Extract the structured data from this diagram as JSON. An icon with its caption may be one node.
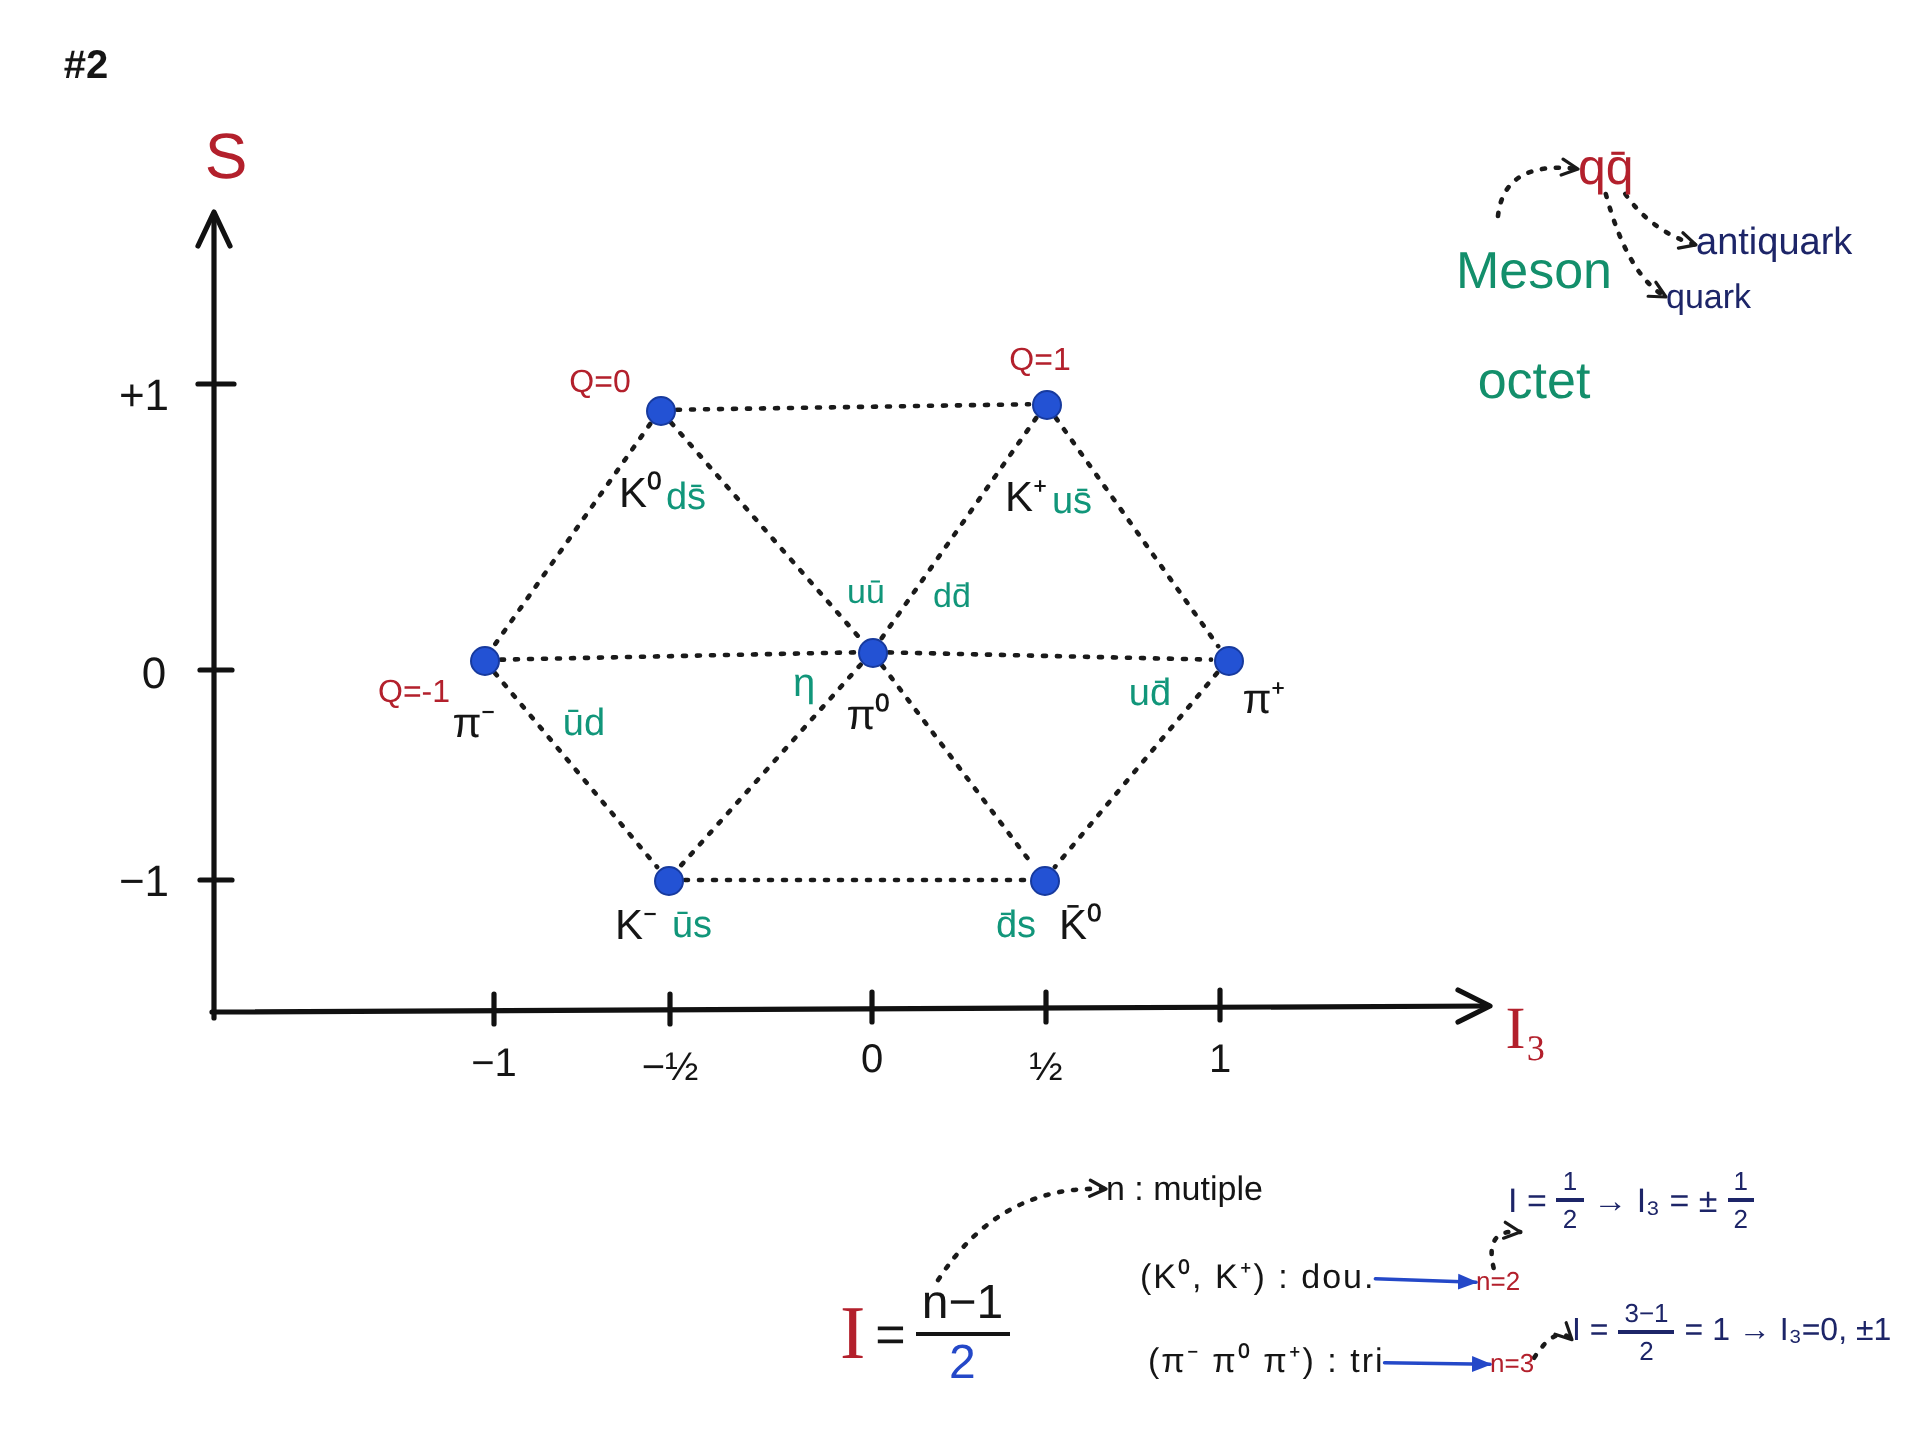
{
  "diagram": {
    "nodes": [
      {
        "text": [],
        "shape": "circle",
        "beside": [
          "Q=0",
          "K⁰",
          "ds̄"
        ]
      },
      {
        "text": [],
        "shape": "circle",
        "beside": [
          "Q=1",
          "K⁺",
          "us̄"
        ]
      },
      {
        "text": [],
        "shape": "circle",
        "beside": [
          "Q=-1",
          "π⁻",
          "ūd"
        ]
      },
      {
        "text": [],
        "shape": "circle",
        "beside": [
          "uū",
          "dd̄",
          "η",
          "π⁰"
        ]
      },
      {
        "text": [],
        "shape": "circle",
        "beside": [
          "ud̄",
          "π⁺"
        ]
      },
      {
        "text": [],
        "shape": "circle",
        "beside": [
          "K⁻",
          "ūs"
        ]
      },
      {
        "text": [],
        "shape": "circle",
        "beside": [
          "d̄s",
          "K̄⁰"
        ]
      },
      {
        "text": [
          "Meson octet"
        ]
      },
      {
        "text": [
          "qq̄"
        ]
      },
      {
        "text": [
          "antiquark"
        ]
      },
      {
        "text": [
          "quark"
        ]
      },
      {
        "text": [
          "I",
          "=",
          "n−1",
          "2"
        ]
      },
      {
        "text": [
          "n : mutiple"
        ]
      },
      {
        "text": [
          "(K⁰, K⁺) : dou."
        ]
      },
      {
        "text": [
          "n=2"
        ]
      },
      {
        "text": [
          "I =",
          "1",
          "2",
          "→ I₃ = ±",
          "1",
          "2"
        ]
      },
      {
        "text": [
          "(π⁻ π⁰ π⁺) : tri"
        ]
      },
      {
        "text": [
          "n=3"
        ]
      },
      {
        "text": [
          "I =",
          "3−1",
          "2",
          "= 1 → I₃=0, ±1"
        ]
      }
    ],
    "edges": [
      {
        "from": 0,
        "to": 1,
        "arrow": "none",
        "style": "dashed"
      },
      {
        "from": 1,
        "to": 4,
        "arrow": "none",
        "style": "dashed"
      },
      {
        "from": 4,
        "to": 6,
        "arrow": "none",
        "style": "dashed"
      },
      {
        "from": 5,
        "to": 6,
        "arrow": "none",
        "style": "dashed"
      },
      {
        "from": 2,
        "to": 5,
        "arrow": "none",
        "style": "dashed"
      },
      {
        "from": 0,
        "to": 2,
        "arrow": "none",
        "style": "dashed"
      },
      {
        "from": 0,
        "to": 3,
        "arrow": "none",
        "style": "dashed"
      },
      {
        "from": 1,
        "to": 3,
        "arrow": "none",
        "style": "dashed"
      },
      {
        "from": 2,
        "to": 3,
        "arrow": "none",
        "style": "dashed"
      },
      {
        "from": 3,
        "to": 4,
        "arrow": "none",
        "style": "dashed"
      },
      {
        "from": 3,
        "to": 5,
        "arrow": "none",
        "style": "dashed"
      },
      {
        "from": 3,
        "to": 6,
        "arrow": "none",
        "style": "dashed"
      },
      {
        "from": 7,
        "to": 8,
        "arrow": "to",
        "style": "dashed"
      },
      {
        "from": 8,
        "to": 9,
        "arrow": "to",
        "style": "dashed"
      },
      {
        "from": 8,
        "to": 10,
        "arrow": "to",
        "style": "dashed"
      },
      {
        "from": 11,
        "to": 12,
        "arrow": "to",
        "style": "dashed"
      },
      {
        "from": 13,
        "to": 14,
        "arrow": "to",
        "color": "#2448c8"
      },
      {
        "from": 14,
        "to": 15,
        "arrow": "to",
        "style": "dashed"
      },
      {
        "from": 16,
        "to": 17,
        "arrow": "to",
        "color": "#2448c8"
      },
      {
        "from": 17,
        "to": 18,
        "arrow": "to",
        "style": "dashed"
      }
    ],
    "labels": [
      "#2",
      "S",
      "+1",
      "0",
      "−1",
      "−1",
      "−½",
      "0",
      "½",
      "1",
      "I₃"
    ]
  }
}
